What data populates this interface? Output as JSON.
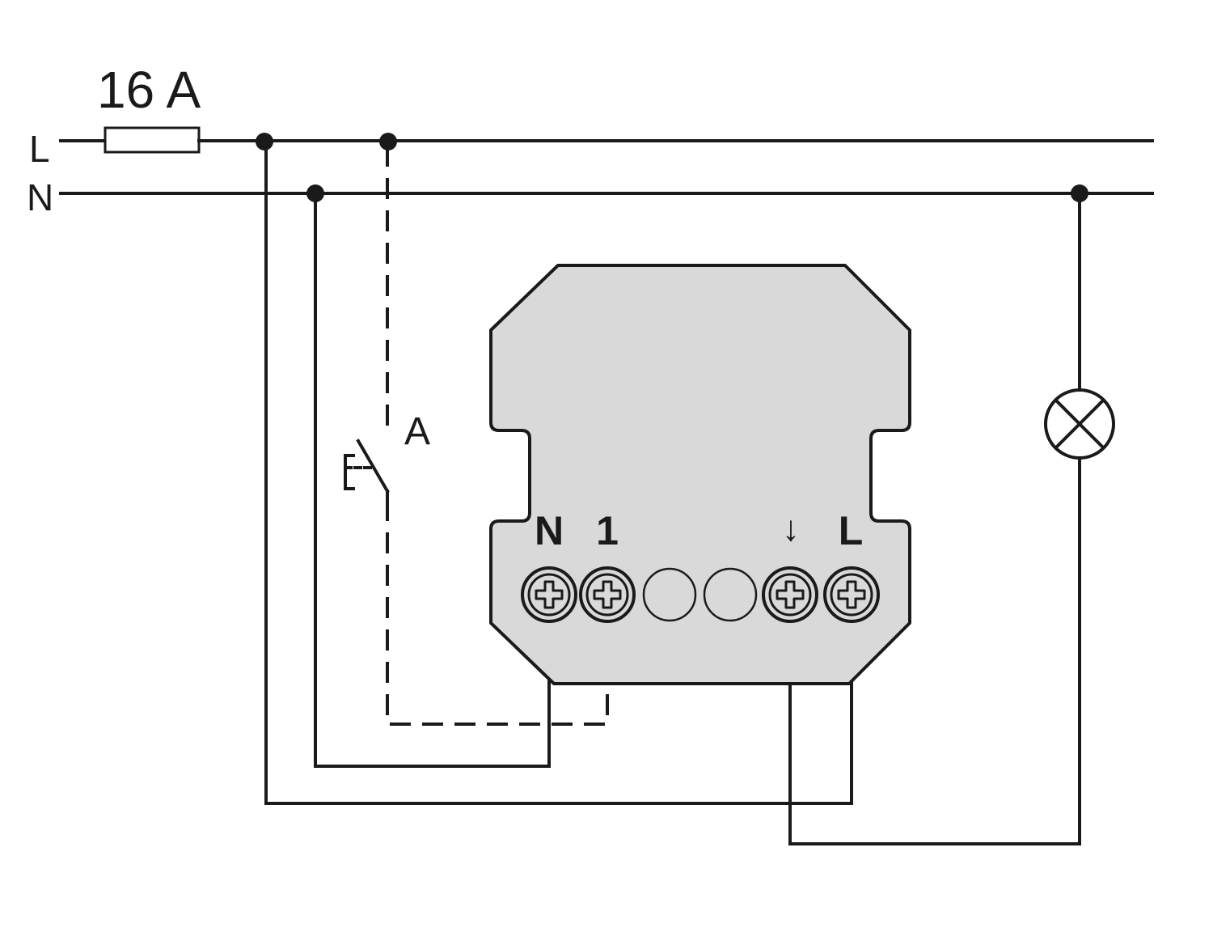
{
  "fuse": {
    "rating": "16 A"
  },
  "lines": {
    "phase": "L",
    "neutral": "N"
  },
  "pushbutton": {
    "label": "A"
  },
  "module": {
    "terminals": [
      {
        "label": "N"
      },
      {
        "label": "1"
      },
      {
        "label": "↓"
      },
      {
        "label": "L"
      }
    ]
  },
  "colors": {
    "module_fill": "#d9d9d9",
    "stroke": "#1a1a1a",
    "background": "#ffffff"
  }
}
